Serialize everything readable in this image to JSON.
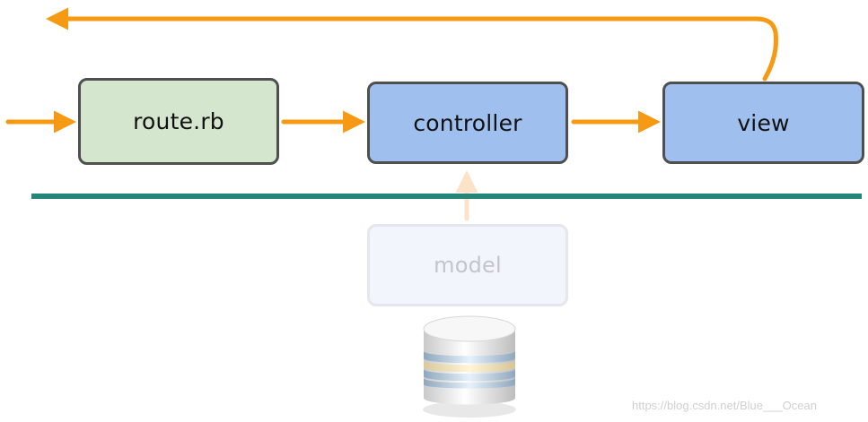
{
  "nodes": {
    "route": "route.rb",
    "controller": "controller",
    "view": "view",
    "model": "model"
  },
  "watermark": "https://blog.csdn.net/Blue___Ocean",
  "colors": {
    "arrow": "#f59a12",
    "arrow_faded": "#fbe2c8",
    "route_fill": "#d5e6cf",
    "active_fill": "#9fc0ef",
    "faded_fill": "#f2f5fb",
    "divider": "#248579",
    "border": "#4f4f4f"
  },
  "icons": {
    "database": "database-icon"
  }
}
